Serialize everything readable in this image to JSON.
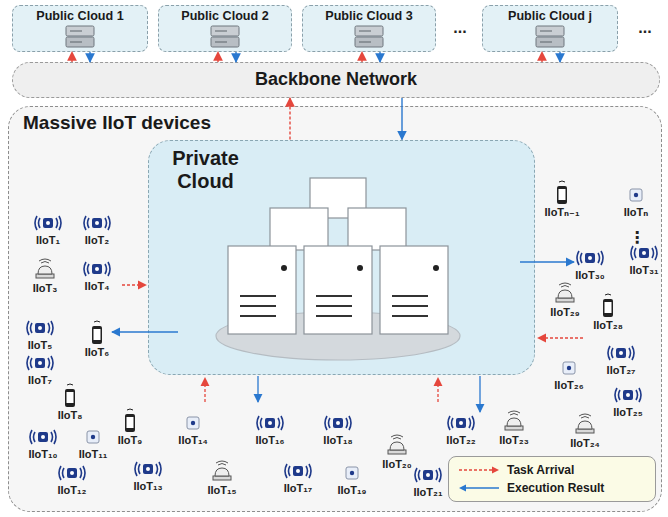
{
  "diagram": {
    "nodes": [
      {
        "text": [
          "Public Cloud 1"
        ]
      },
      {
        "text": [
          "Public Cloud 2"
        ]
      },
      {
        "text": [
          "Public Cloud 3"
        ]
      },
      {
        "text": [
          "Public Cloud j"
        ]
      },
      {
        "text": [
          "Backbone Network"
        ]
      },
      {
        "text": [
          "Massive IIoT devices"
        ]
      },
      {
        "text": [
          "Private Cloud"
        ],
        "in": 5
      }
    ],
    "edges": [
      {
        "from": 4,
        "to": 0,
        "arrow": "to"
      },
      {
        "from": 0,
        "to": 4,
        "arrow": "to"
      },
      {
        "from": 4,
        "to": 1,
        "arrow": "to"
      },
      {
        "from": 1,
        "to": 4,
        "arrow": "to"
      },
      {
        "from": 4,
        "to": 2,
        "arrow": "to"
      },
      {
        "from": 2,
        "to": 4,
        "arrow": "to"
      },
      {
        "from": 4,
        "to": 3,
        "arrow": "to"
      },
      {
        "from": 3,
        "to": 4,
        "arrow": "to"
      },
      {
        "from": 6,
        "to": 4,
        "arrow": "to"
      },
      {
        "from": 4,
        "to": 6,
        "arrow": "to"
      }
    ],
    "labels": [
      "...",
      "...",
      "IIoT₁",
      "IIoT₂",
      "IIoT₃",
      "IIoT₄",
      "IIoT₅",
      "IIoT₆",
      "IIoT₇",
      "IIoT₈",
      "IIoT₉",
      "IIoT₁₀",
      "IIoT₁₁",
      "IIoT₁₂",
      "IIoT₁₃",
      "IIoT₁₄",
      "IIoT₁₅",
      "IIoT₁₆",
      "IIoT₁₇",
      "IIoT₁₈",
      "IIoT₁₉",
      "IIoT₂₀",
      "IIoT₂₁",
      "IIoT₂₂",
      "IIoT₂₃",
      "IIoT₂₄",
      "IIoT₂₅",
      "IIoT₂₆",
      "IIoT₂₇",
      "IIoT₂₈",
      "IIoT₂₉",
      "IIoT₃₀",
      "IIoT₃₁",
      "IIoTₙ₋₁",
      "IIoTₙ",
      "⋮"
    ],
    "legend": [
      {
        "text": "Task Arrival"
      },
      {
        "text": "Execution Result"
      }
    ]
  }
}
